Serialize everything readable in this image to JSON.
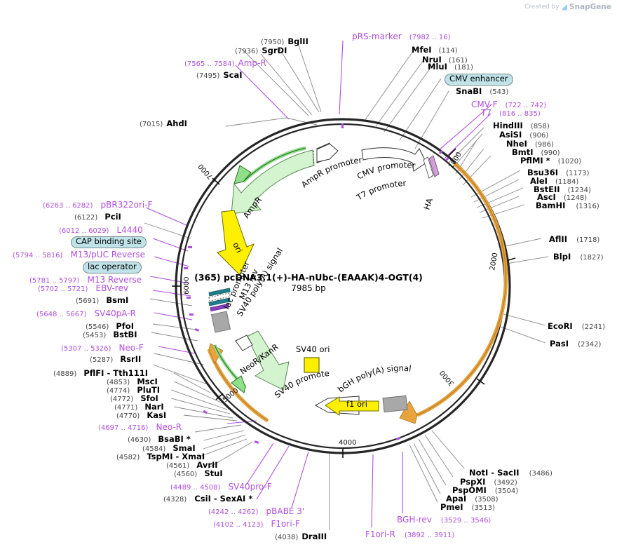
{
  "watermark": {
    "prefix": "Created by",
    "brand": "SnapGene"
  },
  "plasmid": {
    "id_prefix": "(365)",
    "name": "pcDNA3.1(+)-HA-nUbc-(EAAAK)4-OGT(4)",
    "length": "7985 bp",
    "title_line": "(365) pcDNA3.1(+)-HA-nUbc-(EAAAK)4-OGT(4)"
  },
  "colors": {
    "primer": "#b14ee0",
    "backbone": "#262626",
    "gene_orange": "#e8a33d",
    "feature_green": "#8fe08a",
    "ori_yellow": "#ffef00",
    "chip_fill": "#bfe3e8",
    "grey_box": "#a8a8a8",
    "teal": "#1f7d8c"
  },
  "scale_ticks": [
    "1000",
    "2000",
    "3000",
    "4000",
    "5000",
    "6000",
    "7000"
  ],
  "inner_features": [
    {
      "name": "AmpR",
      "kind": "arrow-green"
    },
    {
      "name": "AmpR promoter",
      "kind": "arrow-white"
    },
    {
      "name": "CMV promoter",
      "kind": "arrow-white"
    },
    {
      "name": "T7 promoter",
      "kind": "arrow-white"
    },
    {
      "name": "HA",
      "kind": "arrow-small"
    },
    {
      "name": "ori",
      "kind": "arrow-yellow"
    },
    {
      "name": "lac promoter",
      "kind": "arrow-small"
    },
    {
      "name": "M13 rev",
      "kind": "arrow-small"
    },
    {
      "name": "SV40 poly(A) signal",
      "kind": "arrow-white"
    },
    {
      "name": "NeoR/KanR",
      "kind": "arrow-green"
    },
    {
      "name": "SV40 ori",
      "kind": "box-yellow"
    },
    {
      "name": "SV40 promoter",
      "kind": "arrow-white"
    },
    {
      "name": "f1 ori",
      "kind": "arrow-yellow"
    },
    {
      "name": "bGH poly(A) signal",
      "kind": "box-grey"
    }
  ],
  "labels": {
    "top_left": [
      {
        "type": "enzyme",
        "pos": "(7950)",
        "name": "BglII"
      },
      {
        "type": "enzyme",
        "pos": "(7936)",
        "name": "SgrDI"
      },
      {
        "type": "primer",
        "pos": "(7565 .. 7584)",
        "name": "Amp-R"
      },
      {
        "type": "enzyme",
        "pos": "(7495)",
        "name": "ScaI"
      },
      {
        "type": "enzyme",
        "pos": "(7015)",
        "name": "AhdI"
      }
    ],
    "top_center": [
      {
        "type": "primer",
        "name": "pRS-marker",
        "pos": "(7982 .. 16)"
      }
    ],
    "top_right": [
      {
        "type": "enzyme",
        "name": "MfeI",
        "pos": "(114)"
      },
      {
        "type": "enzyme",
        "name": "NruI",
        "pos": "(161)"
      },
      {
        "type": "enzyme",
        "name": "MluI",
        "pos": "(181)"
      },
      {
        "type": "chip",
        "name": "CMV enhancer"
      },
      {
        "type": "enzyme",
        "name": "SnaBI",
        "pos": "(543)"
      },
      {
        "type": "primer",
        "name": "CMV-F",
        "pos": "(722 .. 742)"
      },
      {
        "type": "primer",
        "name": "T7",
        "pos": "(816 .. 835)"
      },
      {
        "type": "enzyme",
        "name": "HindIII",
        "pos": "(858)"
      },
      {
        "type": "enzyme",
        "name": "AsiSI",
        "pos": "(906)"
      },
      {
        "type": "enzyme",
        "name": "NheI",
        "pos": "(986)"
      },
      {
        "type": "enzyme",
        "name": "BmtI",
        "pos": "(990)"
      },
      {
        "type": "enzyme",
        "name": "PflMI *",
        "pos": "(1020)"
      },
      {
        "type": "enzyme",
        "name": "Bsu36I",
        "pos": "(1173)"
      },
      {
        "type": "enzyme",
        "name": "AleI",
        "pos": "(1184)"
      },
      {
        "type": "enzyme",
        "name": "BstEII",
        "pos": "(1234)"
      },
      {
        "type": "enzyme",
        "name": "AscI",
        "pos": "(1248)"
      },
      {
        "type": "enzyme",
        "name": "BamHI",
        "pos": "(1316)"
      }
    ],
    "right": [
      {
        "type": "enzyme",
        "name": "AflII",
        "pos": "(1718)"
      },
      {
        "type": "enzyme",
        "name": "BlpI",
        "pos": "(1827)"
      },
      {
        "type": "enzyme",
        "name": "EcoRI",
        "pos": "(2241)"
      },
      {
        "type": "enzyme",
        "name": "PasI",
        "pos": "(2342)"
      }
    ],
    "bottom_right": [
      {
        "type": "enzyme",
        "name": "NotI  -  SacII",
        "pos": "(3486)"
      },
      {
        "type": "enzyme",
        "name": "PspXI",
        "pos": "(3492)"
      },
      {
        "type": "enzyme",
        "name": "PspOMI",
        "pos": "(3504)"
      },
      {
        "type": "enzyme",
        "name": "ApaI",
        "pos": "(3508)"
      },
      {
        "type": "enzyme",
        "name": "PmeI",
        "pos": "(3513)"
      },
      {
        "type": "primer",
        "name": "BGH-rev",
        "pos": "(3529 .. 3546)"
      },
      {
        "type": "primer",
        "name": "F1ori-R",
        "pos": "(3892 .. 3911)"
      }
    ],
    "bottom_left": [
      {
        "type": "enzyme",
        "pos": "(4038)",
        "name": "DraIII"
      },
      {
        "type": "primer",
        "pos": "(4102 .. 4123)",
        "name": "F1ori-F"
      },
      {
        "type": "primer",
        "pos": "(4242 .. 4262)",
        "name": "pBABE 3'"
      },
      {
        "type": "enzyme",
        "pos": "(4328)",
        "name": "CsiI  -  SexAI *"
      },
      {
        "type": "primer",
        "pos": "(4489 .. 4508)",
        "name": "SV40pro-F"
      },
      {
        "type": "enzyme",
        "pos": "(4560)",
        "name": "StuI"
      },
      {
        "type": "enzyme",
        "pos": "(4561)",
        "name": "AvrII"
      },
      {
        "type": "enzyme",
        "pos": "(4582)",
        "name": "TspMI  -  XmaI"
      },
      {
        "type": "enzyme",
        "pos": "(4584)",
        "name": "SmaI"
      },
      {
        "type": "enzyme",
        "pos": "(4630)",
        "name": "BsaBI *"
      },
      {
        "type": "primer",
        "pos": "(4697 .. 4716)",
        "name": "Neo-R"
      },
      {
        "type": "enzyme",
        "pos": "(4770)",
        "name": "KasI"
      },
      {
        "type": "enzyme",
        "pos": "(4771)",
        "name": "NarI"
      },
      {
        "type": "enzyme",
        "pos": "(4772)",
        "name": "SfoI"
      },
      {
        "type": "enzyme",
        "pos": "(4774)",
        "name": "PluTI"
      },
      {
        "type": "enzyme",
        "pos": "(4853)",
        "name": "MscI"
      },
      {
        "type": "enzyme",
        "pos": "(4889)",
        "name": "PflFI  -  Tth111I"
      },
      {
        "type": "enzyme",
        "pos": "(5287)",
        "name": "RsrII"
      },
      {
        "type": "primer",
        "pos": "(5307 .. 5326)",
        "name": "Neo-F"
      },
      {
        "type": "enzyme",
        "pos": "(5453)",
        "name": "BstBI"
      },
      {
        "type": "enzyme",
        "pos": "(5546)",
        "name": "PfoI"
      },
      {
        "type": "primer",
        "pos": "(5648 .. 5667)",
        "name": "SV40pA-R"
      },
      {
        "type": "enzyme",
        "pos": "(5691)",
        "name": "BsmI"
      },
      {
        "type": "primer",
        "pos": "(5702 .. 5721)",
        "name": "EBV-rev"
      },
      {
        "type": "primer",
        "pos": "(5781 .. 5797)",
        "name": "M13 Reverse"
      },
      {
        "type": "chip",
        "name": "lac operator"
      },
      {
        "type": "primer",
        "pos": "(5794 .. 5816)",
        "name": "M13/pUC Reverse"
      },
      {
        "type": "chip",
        "name": "CAP binding site"
      },
      {
        "type": "primer",
        "pos": "(6012 .. 6029)",
        "name": "L4440"
      },
      {
        "type": "enzyme",
        "pos": "(6122)",
        "name": "PciI"
      },
      {
        "type": "primer",
        "pos": "(6263 .. 6282)",
        "name": "pBR322ori-F"
      }
    ]
  }
}
